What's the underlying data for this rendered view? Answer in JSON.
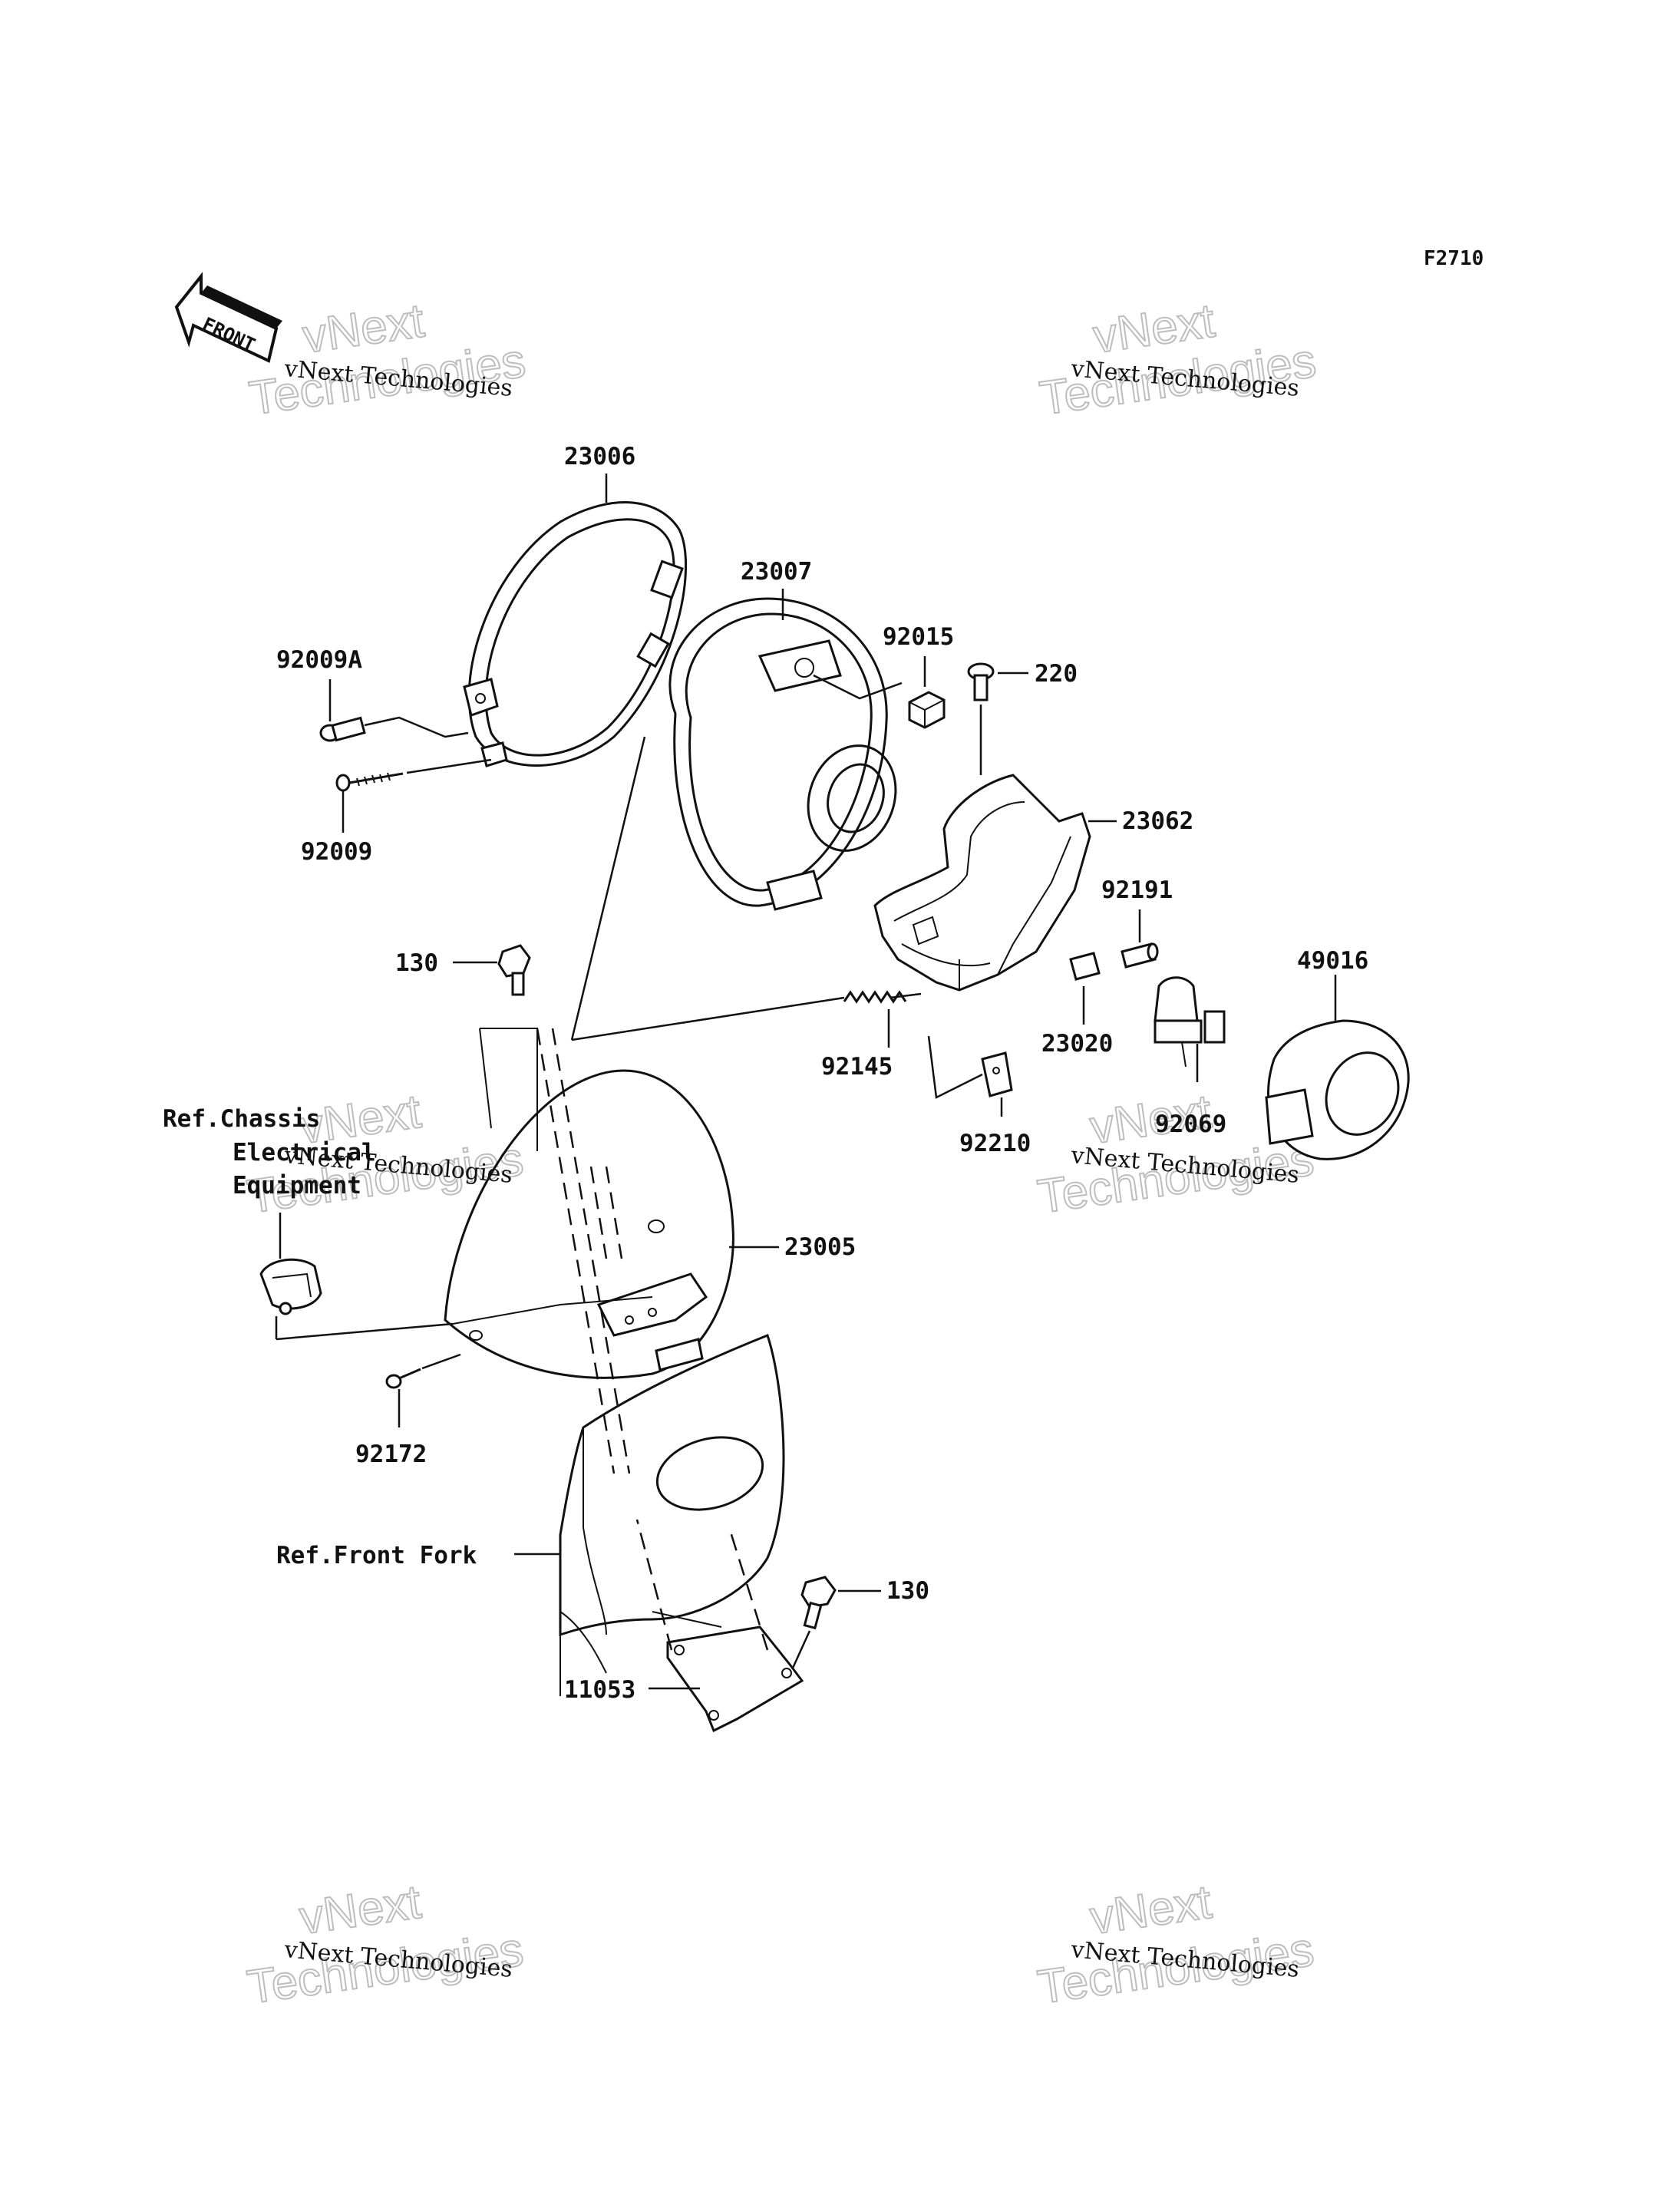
{
  "figure_code": "F2710",
  "front_arrow": {
    "label": "FRONT",
    "icon": "front-direction-arrow-icon"
  },
  "watermark": {
    "line_small": "vNext Technologies",
    "line_big_1": "vNext",
    "line_big_2": "Technologies"
  },
  "parts": [
    {
      "id": "p23006",
      "number": "23006"
    },
    {
      "id": "p23007",
      "number": "23007"
    },
    {
      "id": "p92015",
      "number": "92015"
    },
    {
      "id": "p220",
      "number": "220"
    },
    {
      "id": "p92009A",
      "number": "92009A"
    },
    {
      "id": "p92009",
      "number": "92009"
    },
    {
      "id": "p23062",
      "number": "23062"
    },
    {
      "id": "p92191",
      "number": "92191"
    },
    {
      "id": "p49016",
      "number": "49016"
    },
    {
      "id": "p130a",
      "number": "130"
    },
    {
      "id": "p23020",
      "number": "23020"
    },
    {
      "id": "p92145",
      "number": "92145"
    },
    {
      "id": "p92069",
      "number": "92069"
    },
    {
      "id": "p92210",
      "number": "92210"
    },
    {
      "id": "p23005",
      "number": "23005"
    },
    {
      "id": "p92172",
      "number": "92172"
    },
    {
      "id": "p130b",
      "number": "130"
    },
    {
      "id": "p11053",
      "number": "11053"
    }
  ],
  "references": {
    "chassis_line1": "Ref.Chassis",
    "chassis_line2": "Electrical",
    "chassis_line3": "Equipment",
    "front_fork": "Ref.Front Fork"
  }
}
